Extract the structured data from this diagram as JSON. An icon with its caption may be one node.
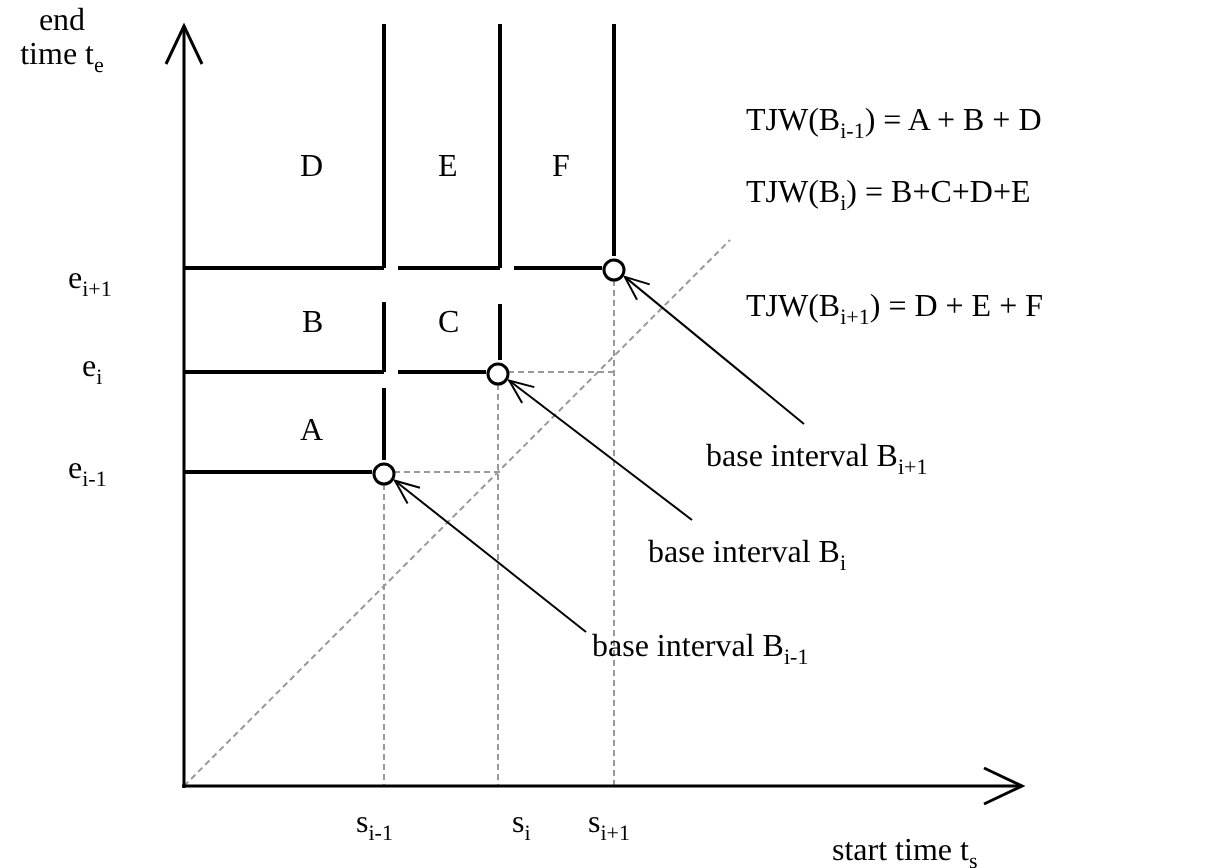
{
  "diagram": {
    "nodes": [
      {
        "text": [],
        "shape": "circle"
      },
      {
        "text": [],
        "shape": "circle"
      },
      {
        "text": [],
        "shape": "circle"
      },
      {
        "text": [
          "base interval B$_{i+1}$"
        ]
      },
      {
        "text": [
          "base interval B$_{i}$"
        ]
      },
      {
        "text": [
          "base interval B$_{i-1}$"
        ]
      }
    ],
    "edges": [
      {
        "from": 3,
        "to": 0,
        "arrow": "to"
      },
      {
        "from": 4,
        "to": 1,
        "arrow": "to"
      },
      {
        "from": 5,
        "to": 2,
        "arrow": "to"
      }
    ],
    "labels": [
      "end time t$_{e}$",
      "D",
      "E",
      "F",
      "TJW(B$_{i-1}$) = A + B + D",
      "TJW(B$_{i}$) = B+C+D+E",
      "e$_{i+1}$",
      "TJW(B$_{i+1}$) = D + E + F",
      "B",
      "C",
      "e$_{i}$",
      "A",
      "e$_{i-1}$",
      "s$_{i-1}$",
      "s$_{i}$",
      "s$_{i+1}$",
      "start time t$_{s}$"
    ]
  }
}
